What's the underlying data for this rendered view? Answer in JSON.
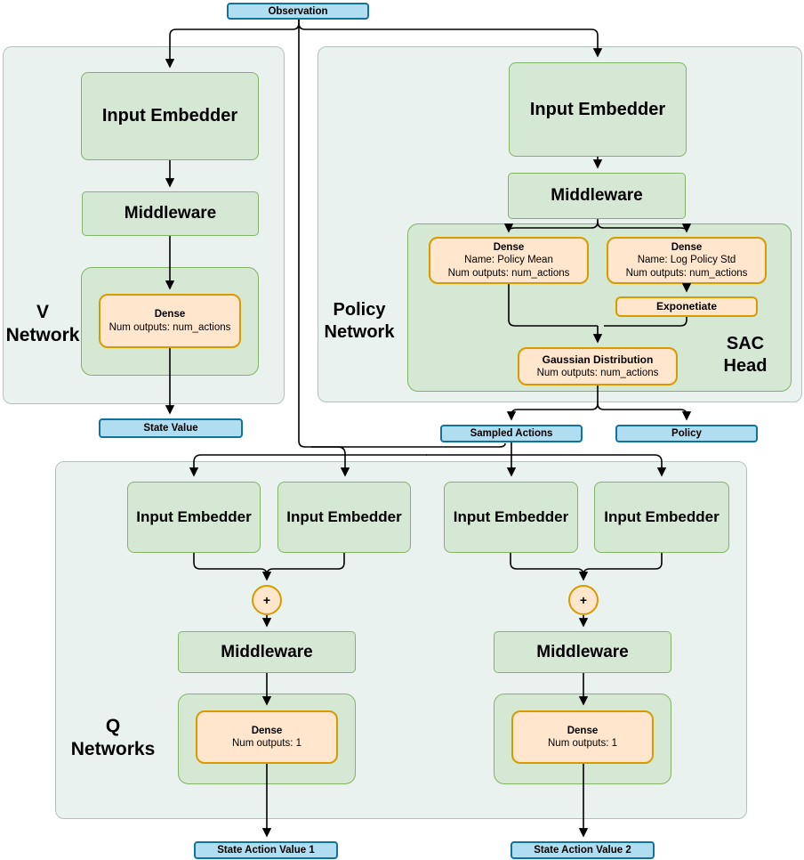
{
  "labels": {
    "observation": "Observation",
    "input_embedder": "Input Embedder",
    "middleware": "Middleware",
    "exponentiate": "Exponetiate",
    "state_value": "State Value",
    "sampled_actions": "Sampled Actions",
    "policy": "Policy",
    "state_action_value_1": "State Action Value 1",
    "state_action_value_2": "State Action Value 2",
    "plus": "+"
  },
  "sections": {
    "v_network": "V\nNetwork",
    "policy_network": "Policy\nNetwork",
    "sac_head": "SAC\nHead",
    "q_networks": "Q\nNetworks"
  },
  "dense": {
    "v": {
      "title": "Dense",
      "outputs": "Num outputs: num_actions"
    },
    "policy_mean": {
      "title": "Dense",
      "name": "Name: Policy Mean",
      "outputs": "Num outputs: num_actions"
    },
    "log_policy_std": {
      "title": "Dense",
      "name": "Name: Log Policy Std",
      "outputs": "Num outputs: num_actions"
    },
    "gaussian": {
      "title": "Gaussian Distribution",
      "outputs": "Num outputs: num_actions"
    },
    "q": {
      "title": "Dense",
      "outputs": "Num outputs: 1"
    }
  },
  "colors": {
    "green_fill": "#d5e8d4",
    "green_border": "#82b366",
    "orange_fill": "#ffe6cc",
    "orange_border": "#d79b00",
    "blue_fill": "#b1ddf0",
    "blue_border": "#10739e",
    "container_fill": "#eaf2ef",
    "container_border": "#b6c1bd",
    "line_color": "#000000"
  }
}
